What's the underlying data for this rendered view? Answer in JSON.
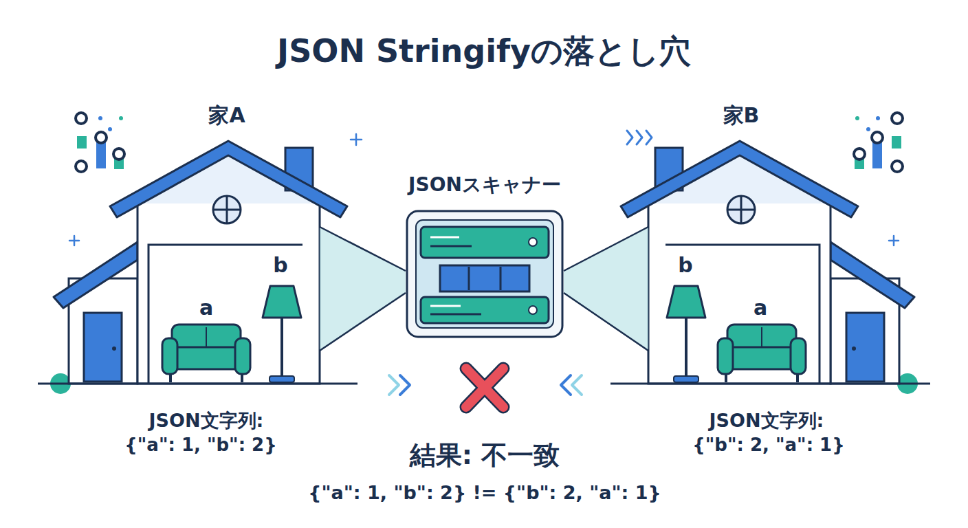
{
  "diagram": {
    "title": "JSON Stringifyの落とし穴",
    "nodes": [
      {
        "text": [
          "家A"
        ]
      },
      {
        "text": [
          "JSONスキャナー"
        ]
      },
      {
        "text": [
          "家B"
        ]
      }
    ],
    "edges": [
      {
        "from": 0,
        "to": 1,
        "arrow": "none"
      },
      {
        "from": 2,
        "to": 1,
        "arrow": "none"
      }
    ],
    "labels": [
      "b",
      "a",
      "b",
      "a",
      "JSON文字列:",
      "{\"a\": 1, \"b\": 2}",
      "JSON文字列:",
      "{\"b\": 2, \"a\": 1}",
      "結果: 不一致",
      "{\"a\": 1, \"b\": 2} != {\"b\": 2, \"a\": 1}"
    ]
  }
}
